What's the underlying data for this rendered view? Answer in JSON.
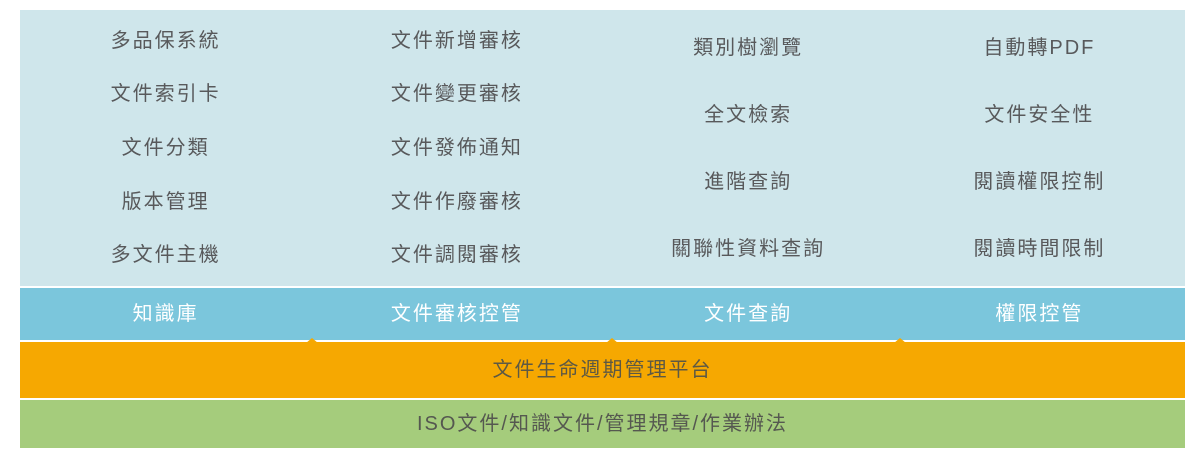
{
  "diagram": {
    "title": "document-lifecycle-management-platform-diagram",
    "feature_columns": [
      {
        "items": [
          "多品保系統",
          "文件索引卡",
          "文件分類",
          "版本管理",
          "多文件主機"
        ]
      },
      {
        "items": [
          "文件新增審核",
          "文件變更審核",
          "文件發佈通知",
          "文件作廢審核",
          "文件調閱審核"
        ]
      },
      {
        "items": [
          "類別樹瀏覽",
          "全文檢索",
          "進階查詢",
          "關聯性資料查詢"
        ]
      },
      {
        "items": [
          "自動轉PDF",
          "文件安全性",
          "閱讀權限控制",
          "閱讀時間限制"
        ]
      }
    ],
    "module_bands": [
      {
        "label": "知識庫"
      },
      {
        "label": "文件審核控管"
      },
      {
        "label": "文件查詢"
      },
      {
        "label": "權限控管"
      }
    ],
    "platform_label": "文件生命週期管理平台",
    "foundation_label": "ISO文件/知識文件/管理規章/作業辦法",
    "colors": {
      "panel_bg": "#cfe6eb",
      "module_band_bg": "#7bc6dc",
      "platform_band_bg": "#f6a801",
      "foundation_band_bg": "#a5cc7c",
      "feature_text": "#58595b",
      "module_text": "#ffffff",
      "platform_text": "#5d5944",
      "foundation_text": "#555850",
      "page_bg": "#ffffff"
    }
  }
}
